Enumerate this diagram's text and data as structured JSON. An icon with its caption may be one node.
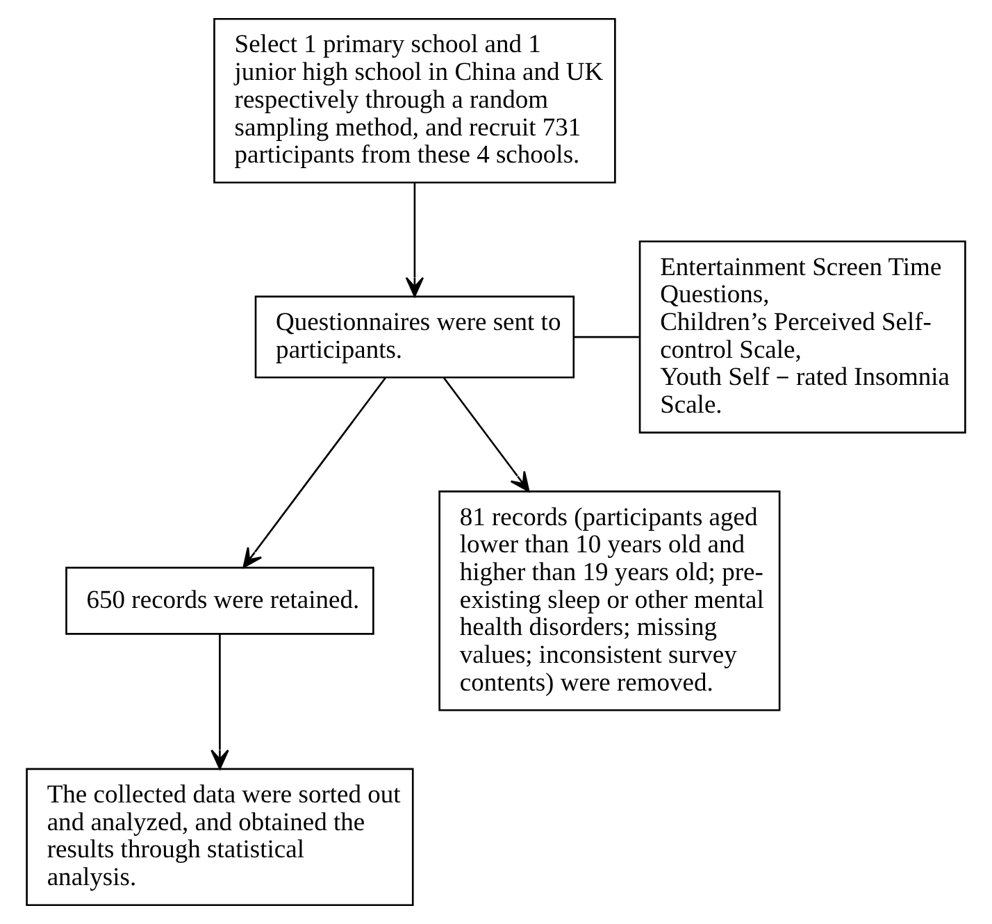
{
  "diagram": {
    "nodes": [
      {
        "text": [
          "Select 1 primary school and 1 junior high school in China and UK respectively through a random sampling method, and recruit 731 participants from these 4 schools."
        ]
      },
      {
        "text": [
          "Questionnaires were sent to participants."
        ]
      },
      {
        "text": [
          "Entertainment Screen Time Questions,",
          "Children’s Perceived Self-control Scale,",
          "Youth Self－rated Insomnia Scale."
        ]
      },
      {
        "text": [
          "650 records were retained."
        ]
      },
      {
        "text": [
          "The collected data were sorted out and analyzed, and obtained the results through statistical analysis."
        ]
      },
      {
        "text": [
          "81 records (participants aged lower than 10 years old and higher than 19 years old; pre-existing sleep or other mental health disorders; missing values; inconsistent survey contents) were removed."
        ]
      }
    ],
    "edges": [
      {
        "from": 0,
        "to": 1,
        "arrow": "to"
      },
      {
        "from": 1,
        "to": 2,
        "arrow": "none"
      },
      {
        "from": 1,
        "to": 3,
        "arrow": "to"
      },
      {
        "from": 1,
        "to": 5,
        "arrow": "to"
      },
      {
        "from": 3,
        "to": 4,
        "arrow": "to"
      }
    ]
  }
}
